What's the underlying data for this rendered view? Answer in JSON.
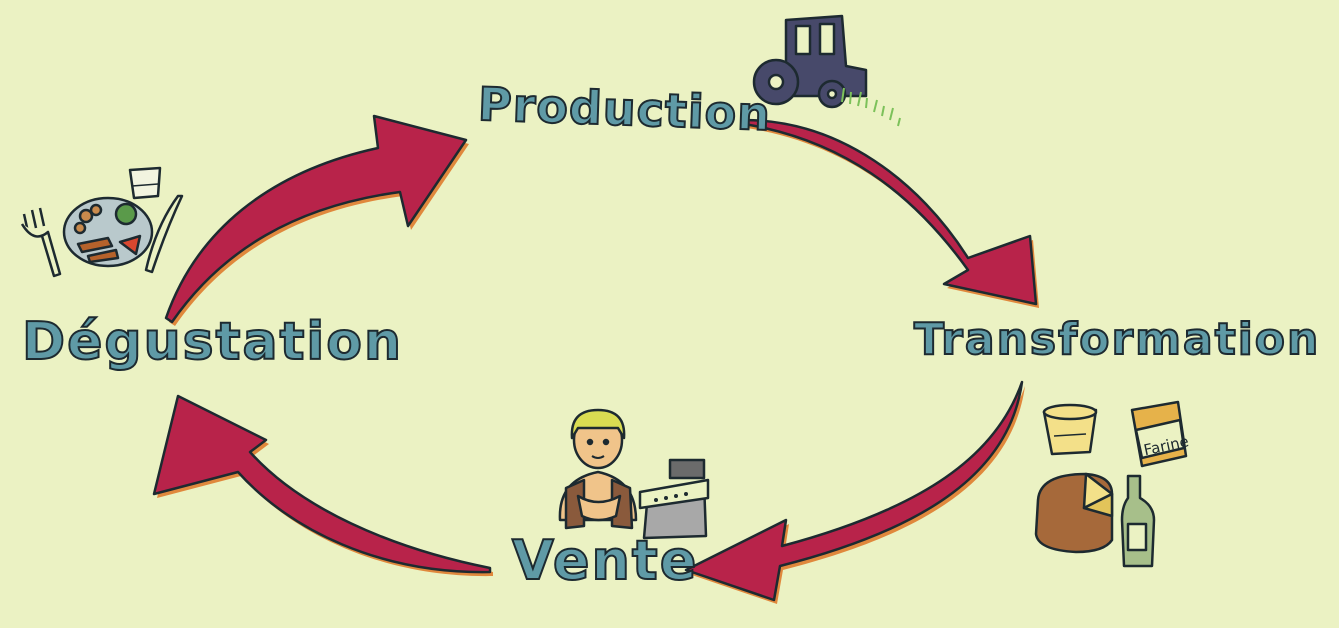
{
  "stages": {
    "production": "Production",
    "transformation": "Transformation",
    "vente": "Vente",
    "degustation": "Dégustation"
  },
  "product_label": "Farine",
  "colors": {
    "background": "#ebf2c3",
    "arrow": "#b8234a",
    "arrow_shadow": "#e0883c",
    "label_fill": "#5f9aa6",
    "outline": "#1d2a30"
  },
  "icons": {
    "production": "tractor-icon",
    "transformation": [
      "yogurt-icon",
      "flour-bag-icon",
      "cheese-icon",
      "bottle-icon"
    ],
    "vente": [
      "cashier-icon",
      "cash-register-icon"
    ],
    "degustation": [
      "fork-icon",
      "plate-icon",
      "glass-icon",
      "knife-icon"
    ]
  }
}
